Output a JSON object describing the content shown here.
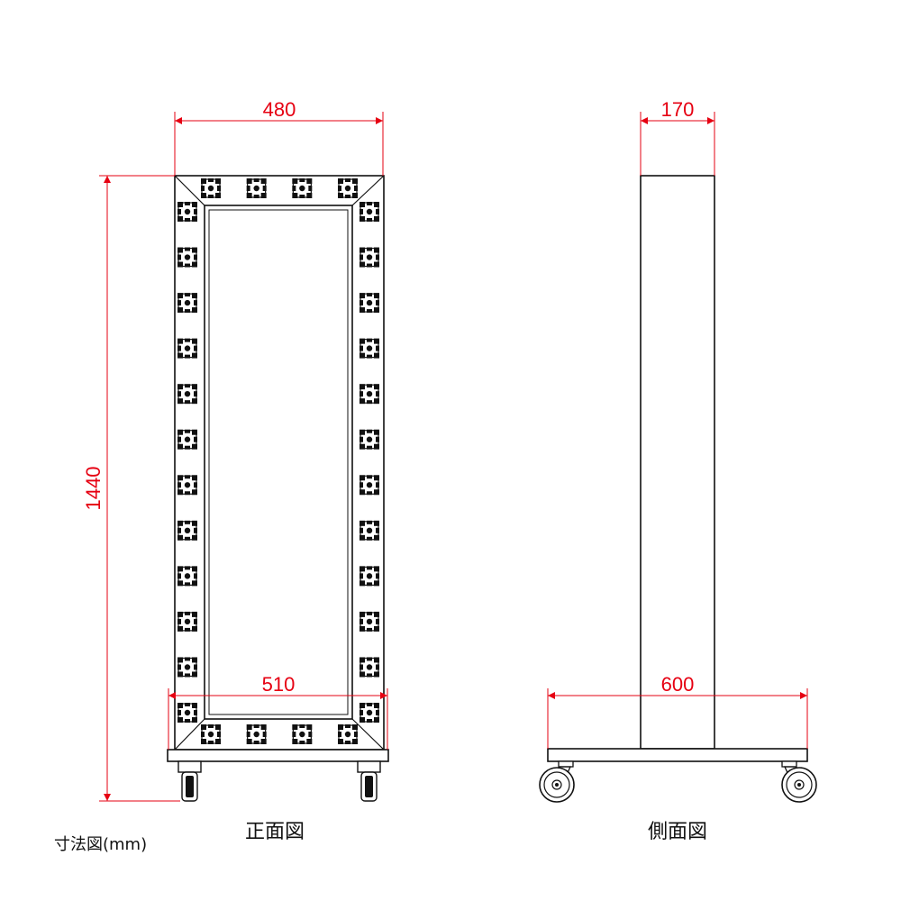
{
  "dimensions": {
    "front_width": "480",
    "front_height": "1440",
    "front_base_width": "510",
    "side_depth": "170",
    "side_base_width": "600"
  },
  "captions": {
    "front_view": "正面図",
    "side_view": "側面図",
    "unit_note": "寸法図(mm)"
  },
  "colors": {
    "dimension": "#e60012",
    "line": "#111111"
  },
  "frame": {
    "top_connectors": 4,
    "bottom_connectors": 4,
    "side_connectors": 12
  }
}
